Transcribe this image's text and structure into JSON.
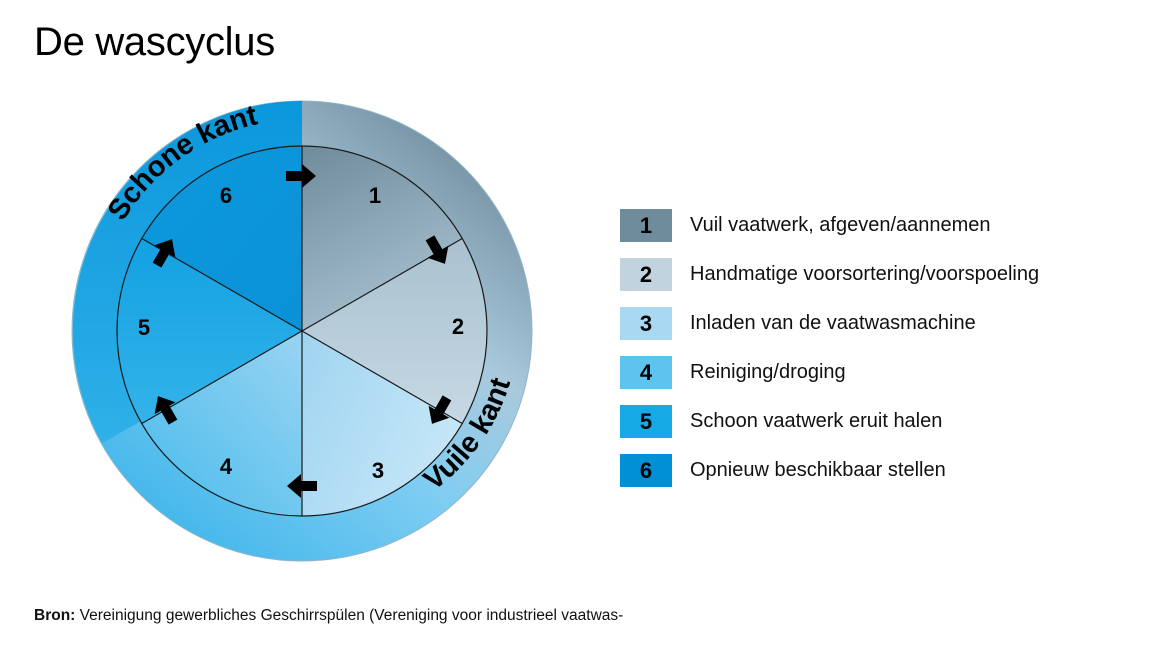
{
  "title": "De wascyclus",
  "diagram": {
    "sector_numbers": [
      "1",
      "2",
      "3",
      "4",
      "5",
      "6"
    ],
    "clean_side_label": "Schone kant",
    "dirty_side_label": "Vuile kant"
  },
  "legend": [
    {
      "number": "1",
      "label": "Vuil vaatwerk, afgeven/aannemen",
      "color": "#6f8c9c"
    },
    {
      "number": "2",
      "label": "Handmatige voorsortering/voorspoeling",
      "color": "#c1d3de"
    },
    {
      "number": "3",
      "label": "Inladen van de vaatwasmachine",
      "color": "#a8d8f2"
    },
    {
      "number": "4",
      "label": "Reiniging/droging",
      "color": "#5ec3ee"
    },
    {
      "number": "5",
      "label": "Schoon vaatwerk eruit halen",
      "color": "#15aae6"
    },
    {
      "number": "6",
      "label": "Opnieuw beschikbaar stellen",
      "color": "#0090d6"
    }
  ],
  "source": {
    "label": "Bron:",
    "text": "Vereinigung gewerbliches Geschirrspülen (Vereniging voor industrieel vaatwas-"
  }
}
